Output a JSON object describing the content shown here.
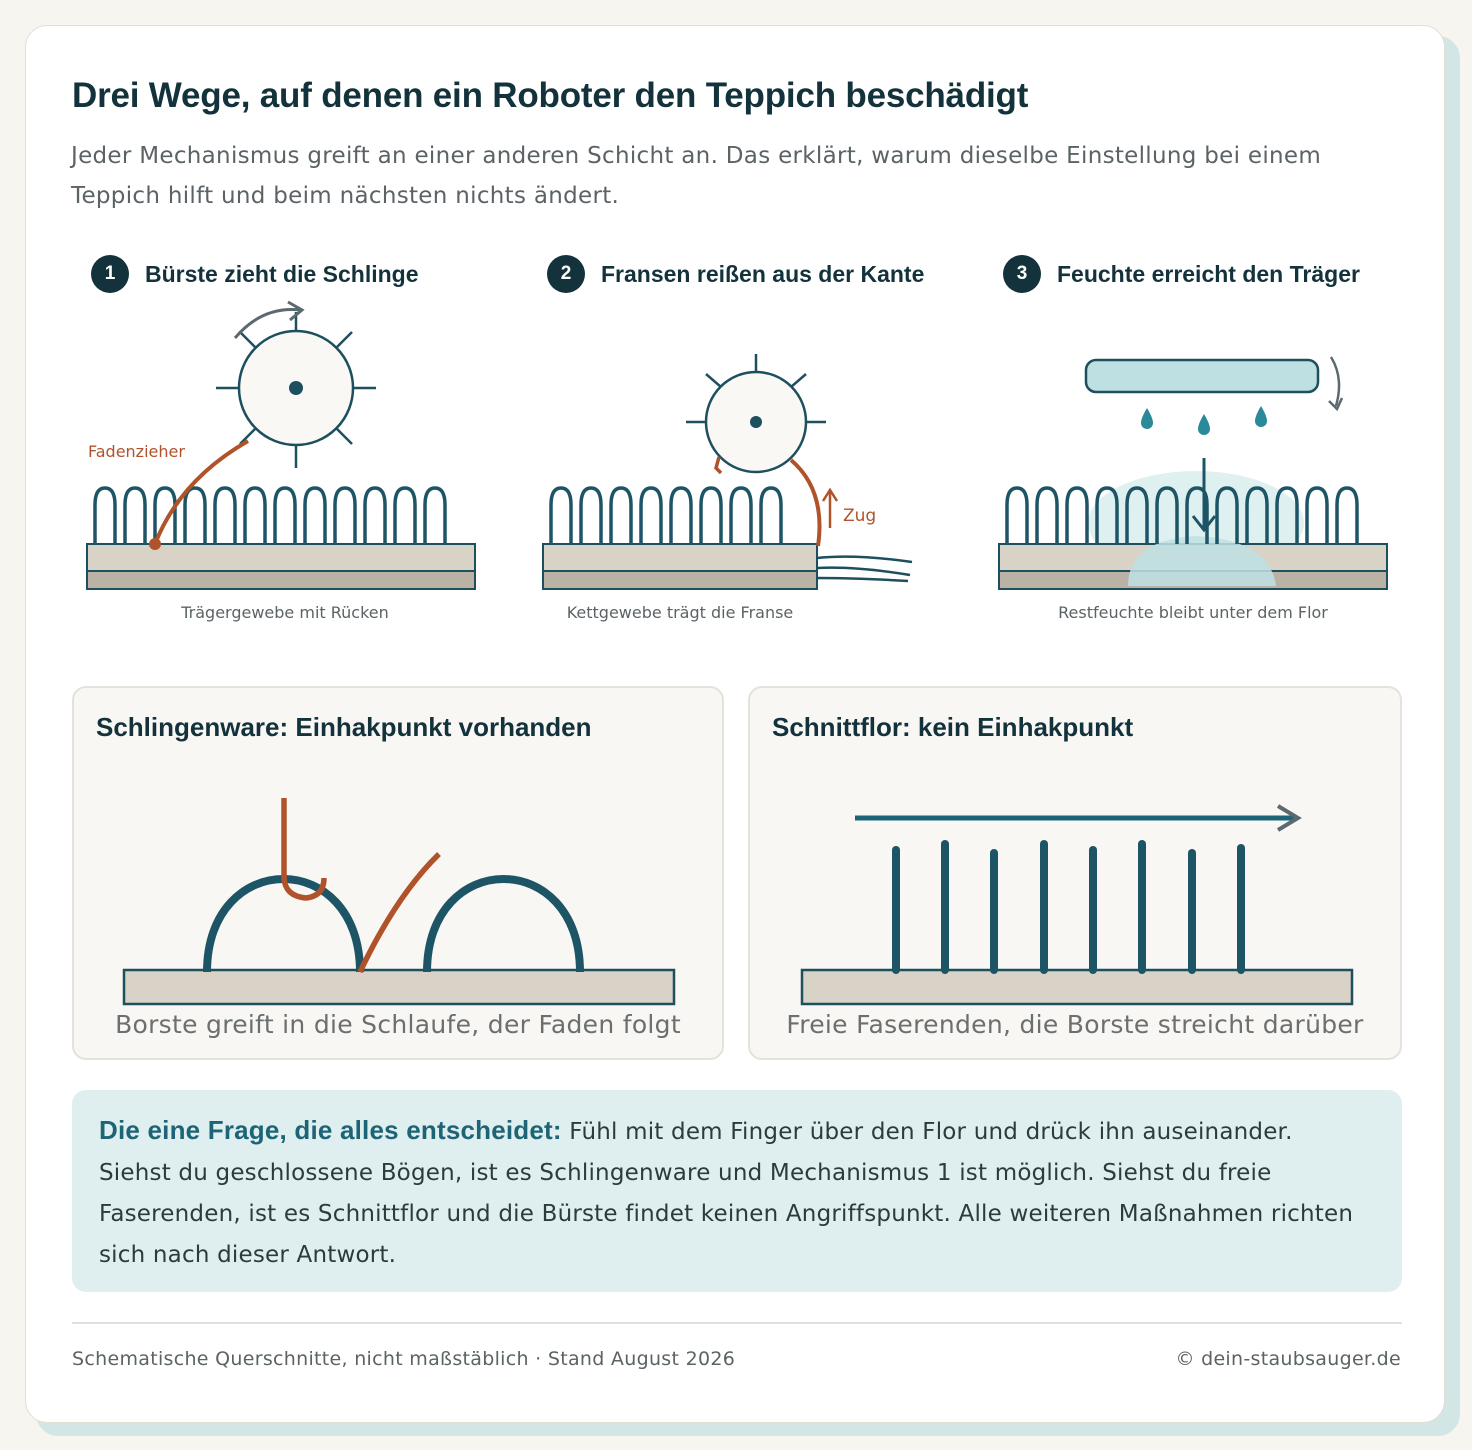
{
  "header": {
    "title": "Drei Wege, auf denen ein Roboter den Teppich beschädigt",
    "subtitle": "Jeder Mechanismus greift an einer anderen Schicht an. Das erklärt, warum dieselbe Einstellung bei einem Teppich hilft und beim nächsten nichts ändert."
  },
  "mechanisms": [
    {
      "number": "1",
      "title": "Bürste zieht die Schlinge",
      "label": "Fadenzieher",
      "caption": "Trägergewebe mit Rücken"
    },
    {
      "number": "2",
      "title": "Fransen reißen aus der Kante",
      "label": "Zug",
      "caption": "Kettgewebe trägt die Franse"
    },
    {
      "number": "3",
      "title": "Feuchte erreicht den Träger",
      "caption": "Restfeuchte bleibt unter dem Flor"
    }
  ],
  "comparison": {
    "loop": {
      "title": "Schlingenware: Einhakpunkt vorhanden",
      "caption": "Borste greift in die Schlaufe, der Faden folgt"
    },
    "cut": {
      "title": "Schnittflor: kein Einhakpunkt",
      "caption": "Freie Faserenden, die Borste streicht darüber"
    }
  },
  "info": {
    "lead": "Die eine Frage, die alles entscheidet:",
    "text": " Fühl mit dem Finger über den Flor und drück ihn auseinander. Siehst du geschlossene Bögen, ist es Schlingenware und Mechanismus 1 ist möglich. Siehst du freie Faserenden, ist es Schnittflor und die Bürste findet keinen Angriffspunkt. Alle weiteren Maßnahmen richten sich nach dieser Antwort."
  },
  "footer": {
    "left": "Schematische Querschnitte, nicht maßstäblich · Stand August 2026",
    "right": "© dein-staubsauger.de"
  },
  "colors": {
    "dark_teal": "#1d5566",
    "rust": "#b0532a",
    "carpet_base": "#d8d2c7",
    "carpet_back": "#bab2a5",
    "water": "#bfe0e3",
    "info_bg": "#dfeeee"
  }
}
